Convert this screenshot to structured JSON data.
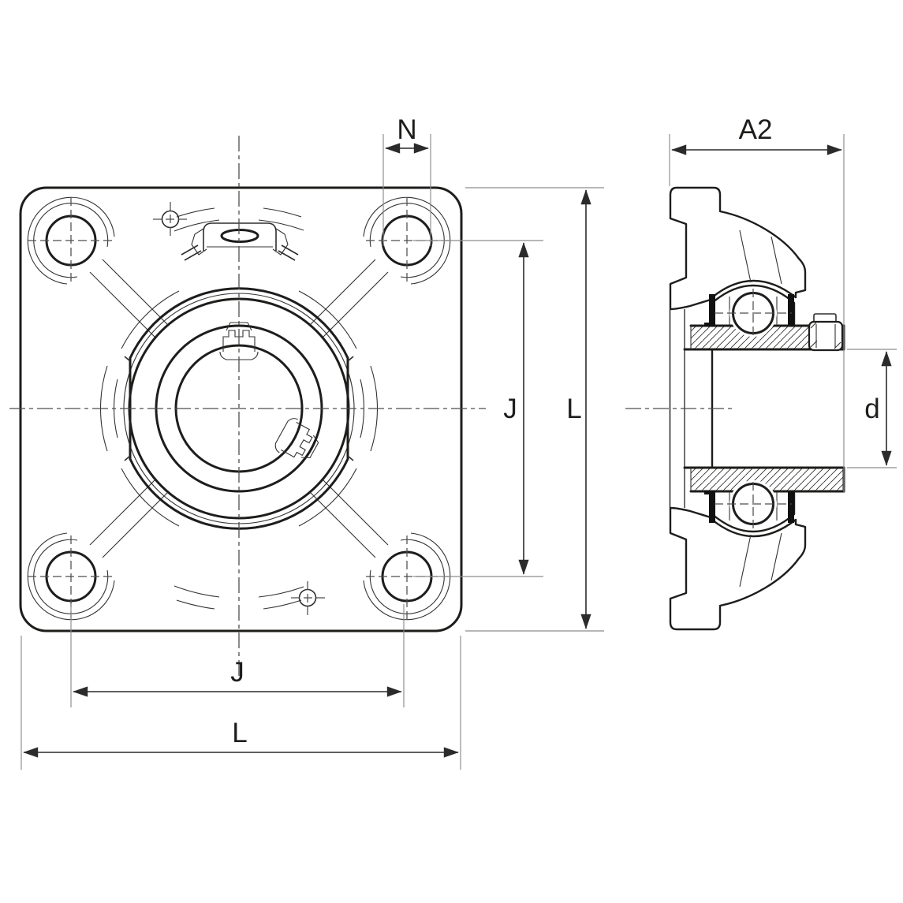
{
  "dimensions": {
    "bolt_hole_diameter": {
      "label": "N"
    },
    "unit_width": {
      "label": "A2"
    },
    "bolt_spacing_vertical": {
      "label": "J"
    },
    "flange_size_vertical": {
      "label": "L"
    },
    "bolt_spacing_horizontal": {
      "label": "J"
    },
    "flange_size_horizontal": {
      "label": "L"
    },
    "shaft_diameter": {
      "label": "d"
    }
  },
  "colors": {
    "background": "#ffffff",
    "line": "#1d1d1b",
    "dimension_line": "#2b2b2b",
    "extension_line": "#8c8c8c",
    "centerline": "#4d4d4d"
  }
}
